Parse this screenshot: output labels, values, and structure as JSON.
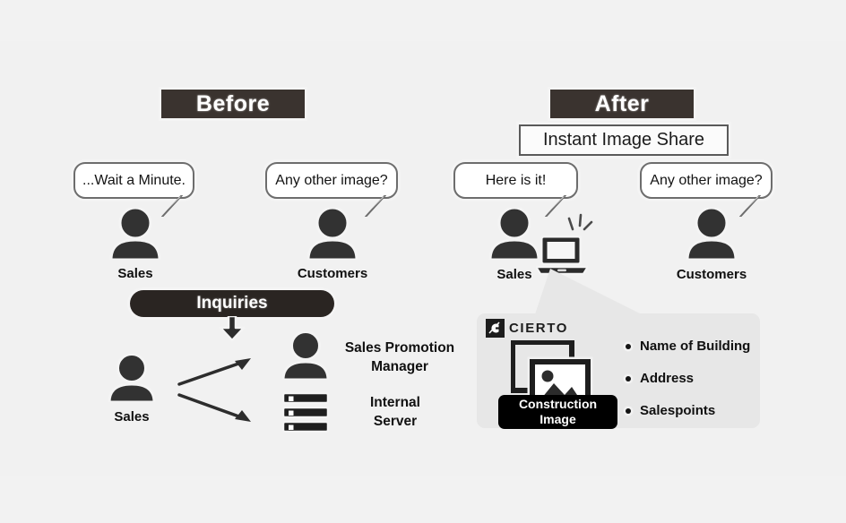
{
  "background": {
    "page_color": "#f2f2f2",
    "band_color": "#f1f1f1",
    "dark_badge_color": "#3a332f",
    "pill_color": "#2a2522",
    "card_color": "#e7e7e7",
    "tag_color": "#000000",
    "ink_color": "#111111"
  },
  "before": {
    "heading": "Before",
    "sales": {
      "bubble": "...Wait a Minute.",
      "caption": "Sales",
      "icon": "person-icon"
    },
    "customers": {
      "bubble": "Any other image?",
      "caption": "Customers",
      "icon": "person-icon"
    },
    "flow": {
      "pill": "Inquiries",
      "arrow_down": "arrow-down-icon",
      "source": {
        "caption": "Sales",
        "icon": "person-icon"
      },
      "targets": [
        {
          "label": "Sales Promotion\nManager",
          "line1": "Sales Promotion",
          "line2": "Manager",
          "icon": "person-icon"
        },
        {
          "label": "Internal\nServer",
          "line1": "Internal",
          "line2": "Server",
          "icon": "server-icon"
        }
      ],
      "arrows": [
        "arrow-up-right-icon",
        "arrow-down-right-icon"
      ]
    }
  },
  "after": {
    "heading": "After",
    "subheading": "Instant Image Share",
    "sales": {
      "bubble": "Here is it!",
      "caption": "Sales",
      "icon": "person-icon",
      "device_icon": "laptop-icon",
      "sparkle_icon": "sparkle-icon"
    },
    "customers": {
      "bubble": "Any other image?",
      "caption": "Customers",
      "icon": "person-icon"
    },
    "card": {
      "logo_mark": "cierto-logo-icon",
      "logo_text": "CIERTO",
      "photo_icon": "image-stack-icon",
      "image_tag_line1": "Construction",
      "image_tag_line2": "Image",
      "bullets": [
        "Name of Building",
        "Address",
        "Salespoints"
      ]
    }
  }
}
